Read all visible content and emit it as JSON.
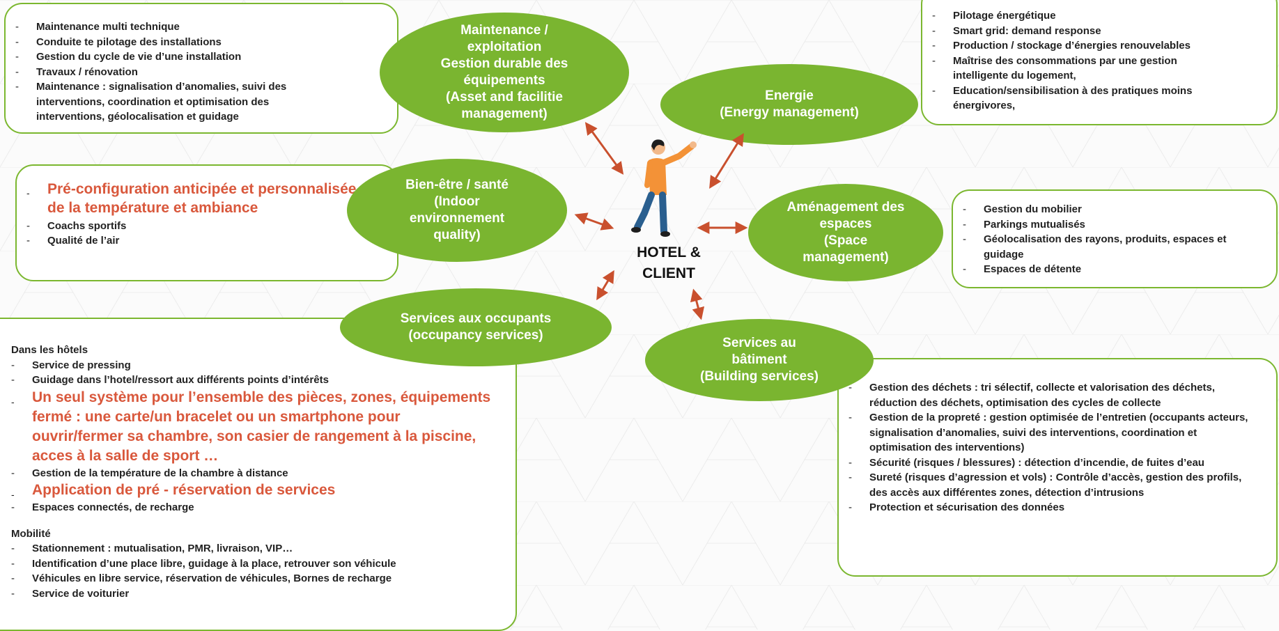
{
  "center": {
    "label": "HOTEL &\nCLIENT"
  },
  "ellipses": {
    "maintenance": "Maintenance /\nexploitation\nGestion durable des\néquipements\n(Asset and facilitie\nmanagement)",
    "energie": "Energie\n(Energy management)",
    "bienetre": "Bien-être / santé\n(Indoor\nenvironnement\nquality)",
    "amenagement": "Aménagement des\nespaces\n(Space\nmanagement)",
    "occupants": "Services aux occupants\n(occupancy services)",
    "batiment": "Services au\nbâtiment\n(Building services)"
  },
  "boxes": {
    "maintenance": [
      "Maintenance multi technique",
      "Conduite te pilotage des installations",
      "Gestion du cycle de vie d’une installation",
      "Travaux / rénovation",
      "Maintenance : signalisation d’anomalies, suivi des interventions, coordination et optimisation des interventions, géolocalisation et guidage"
    ],
    "energie": [
      "Pilotage énergétique",
      "Smart grid:  demand response",
      "Production / stockage d’énergies renouvelables",
      "Maîtrise des consommations par une gestion intelligente du logement,",
      "Education/sensibilisation à des pratiques moins énergivores,"
    ],
    "bienetre": {
      "red": "Pré-configuration anticipée et personnalisée de la température et ambiance",
      "items": [
        "Coachs sportifs",
        "Qualité de l’air"
      ]
    },
    "amenagement": [
      "Gestion du mobilier",
      "Parkings mutualisés",
      "Géolocalisation des rayons, produits, espaces et guidage",
      "Espaces de détente"
    ],
    "occupants": {
      "hotels_title": "Dans les hôtels",
      "item1": "Service de pressing",
      "item2": "Guidage dans l’hotel/ressort aux différents points d’intérêts",
      "red1": "Un seul système pour l’ensemble des pièces, zones, équipements fermé : une carte/un bracelet ou un smartphone pour ouvrir/fermer sa chambre, son casier de rangement à la piscine, acces à la salle de sport …",
      "item3": "Gestion de la température de la chambre à distance",
      "red2": "Application de pré - réservation de services",
      "item4": "Espaces connectés, de recharge",
      "mobilite_title": "Mobilité",
      "mobilite": [
        "Stationnement : mutualisation, PMR, livraison, VIP…",
        "Identification d’une place libre, guidage à la place, retrouver son véhicule",
        "Véhicules en libre service, réservation de véhicules, Bornes de recharge",
        "Service de voiturier"
      ]
    },
    "batiment": [
      "Gestion des déchets : tri sélectif, collecte et valorisation des déchets, réduction des déchets, optimisation des cycles de collecte",
      "Gestion de la propreté : gestion optimisée de l’entretien (occupants acteurs, signalisation d’anomalies, suivi des interventions, coordination et optimisation des interventions)",
      "Sécurité (risques / blessures) : détection d’incendie, de fuites d’eau",
      "Sureté (risques d’agression et vols) : Contrôle d’accès, gestion des profils, des accès aux différentes zones, détection d’intrusions",
      "Protection et sécurisation des données"
    ]
  },
  "colors": {
    "green": "#7ab530",
    "border": "#7bb72f",
    "red_text": "#d9583c",
    "arrow": "#c9502e"
  }
}
